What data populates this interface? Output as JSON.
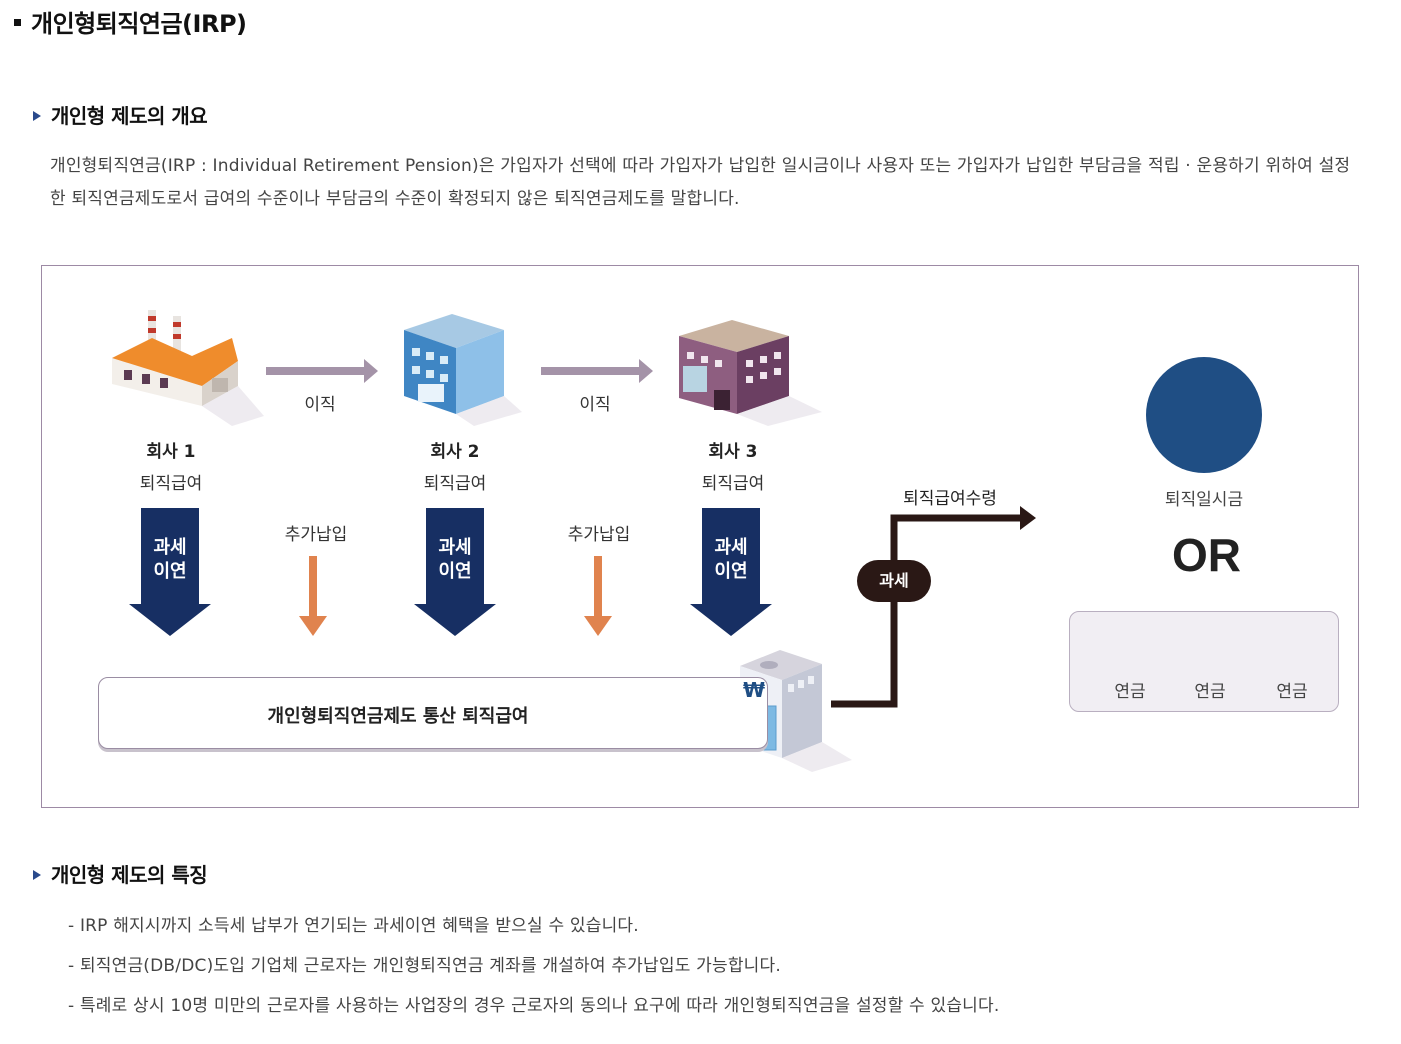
{
  "page_title": "개인형퇴직연금(IRP)",
  "overview": {
    "heading": "개인형 제도의 개요",
    "paragraph": "개인형퇴직연금(IRP : Individual Retirement Pension)은 가입자가 선택에 따라 가입자가 납입한 일시금이나 사용자 또는 가입자가 납입한 부담금을 적립 · 운용하기 위하여 설정한 퇴직연금제도로서 급여의 수준이나 부담금의 수준이 확정되지 않은 퇴직연금제도를 말합니다."
  },
  "diagram": {
    "companies": [
      {
        "name": "회사 1",
        "sub": "퇴직급여"
      },
      {
        "name": "회사 2",
        "sub": "퇴직급여"
      },
      {
        "name": "회사 3",
        "sub": "퇴직급여"
      }
    ],
    "move_label": "이직",
    "tax_deferred": [
      "과세",
      "이연"
    ],
    "extra_payment": "추가납입",
    "bar_label": "개인형퇴직연금제도 통산 퇴직급여",
    "bank_symbol": "₩",
    "tax_pill": "과세",
    "receive_label": "퇴직급여수령",
    "lump_sum_label": "퇴직일시금",
    "or_label": "OR",
    "annuity_label": "연금",
    "colors": {
      "navy": "#172f63",
      "orange": "#e0834e",
      "mauve_arrow": "#a493a8",
      "dark_line": "#2a1815",
      "circle": "#1f4e84",
      "border": "#9d8aa5"
    }
  },
  "features": {
    "heading": "개인형 제도의 특징",
    "items": [
      "- IRP 해지시까지 소득세 납부가 연기되는 과세이연 혜택을 받으실 수 있습니다.",
      "- 퇴직연금(DB/DC)도입 기업체 근로자는 개인형퇴직연금 계좌를 개설하여 추가납입도 가능합니다.",
      "- 특례로 상시 10명 미만의 근로자를 사용하는 사업장의 경우 근로자의 동의나 요구에 따라 개인형퇴직연금을 설정할 수 있습니다."
    ]
  }
}
